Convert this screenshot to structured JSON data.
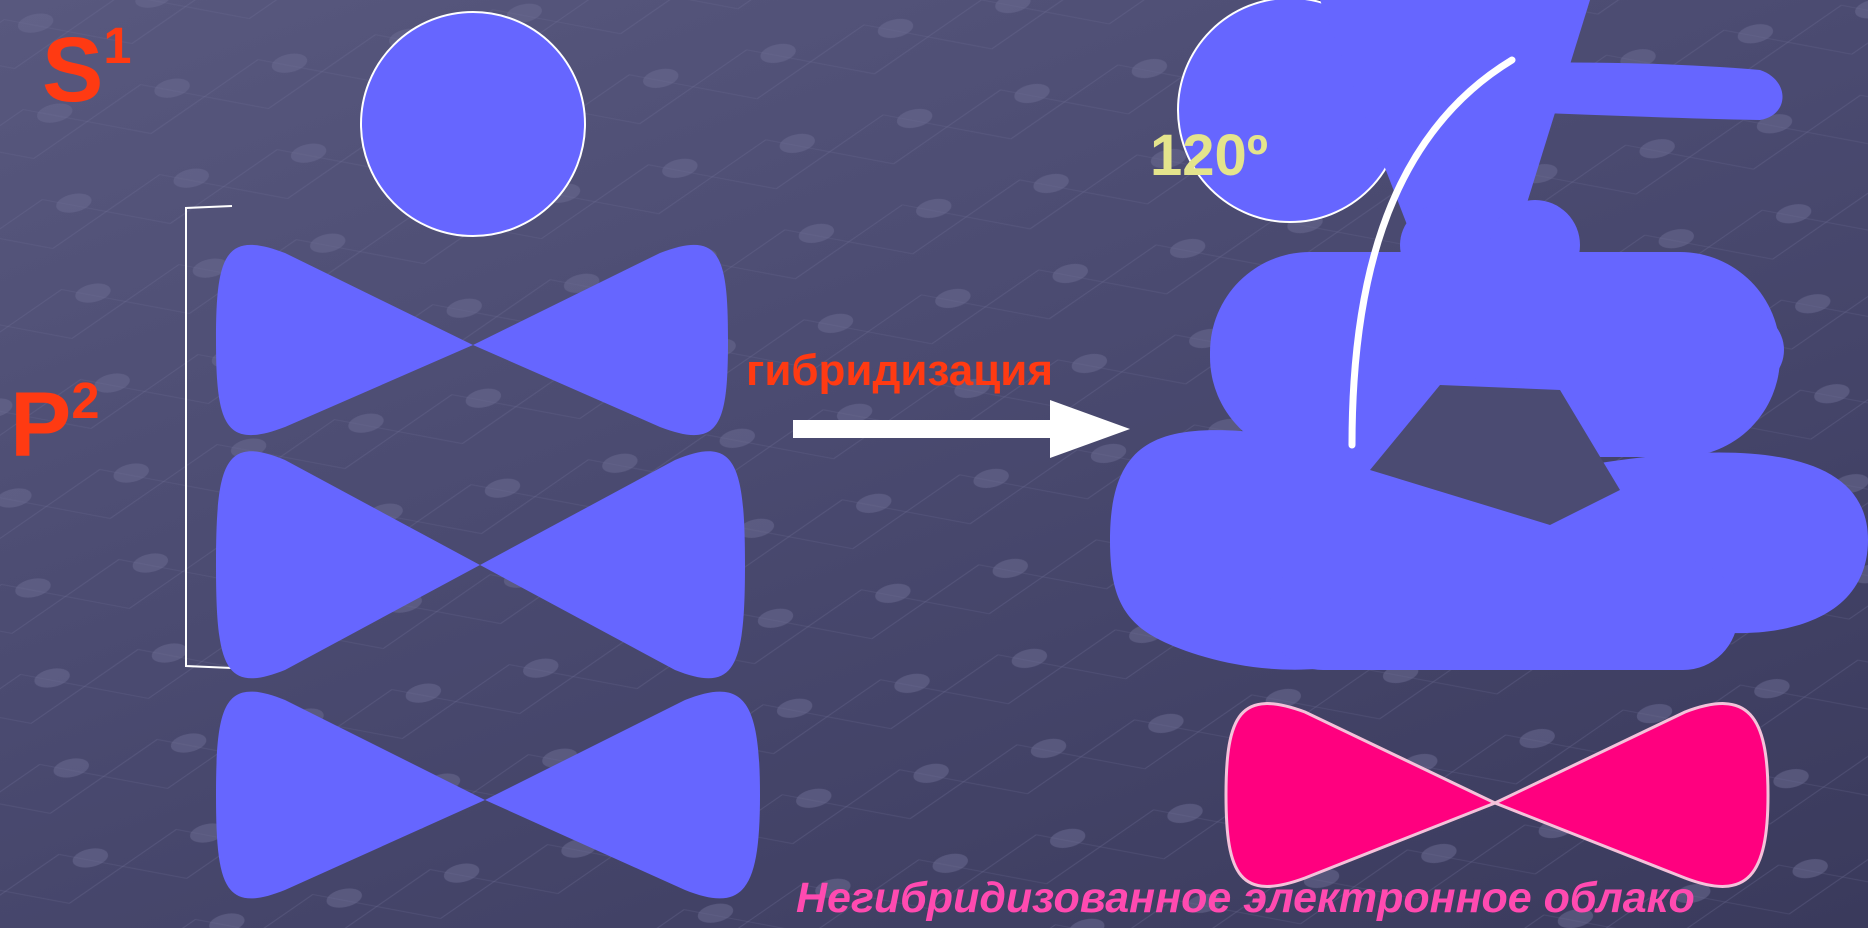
{
  "labels": {
    "s_letter": "S",
    "s_superscript": "1",
    "p_letter": "P",
    "p_superscript": "2",
    "hybridization": "гибридизация",
    "angle": "120º",
    "unhybridized_cloud": "Негибридизованное электронное облако"
  },
  "colors": {
    "orbital": "#6666ff",
    "unhybridized_orbital": "#ff007f",
    "label_red": "#ff3a12",
    "angle_label": "#e4e48c",
    "caption_pink": "#ff4ab0",
    "arrow": "#ffffff"
  }
}
